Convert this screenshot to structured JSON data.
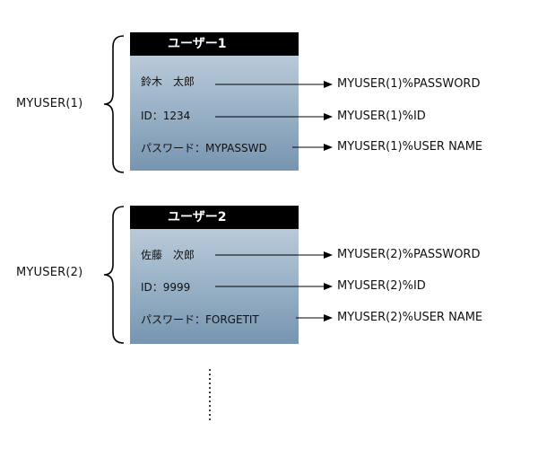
{
  "groups": [
    {
      "label": "MYUSER(1)",
      "header": "ユーザー1",
      "fields": [
        "鈴木　太郎",
        "ID：1234",
        "パスワード：MYPASSWD"
      ],
      "targets": [
        "MYUSER(1)%PASSWORD",
        "MYUSER(1)%ID",
        "MYUSER(1)%USER NAME"
      ]
    },
    {
      "label": "MYUSER(2)",
      "header": "ユーザー2",
      "fields": [
        "佐藤　次郎",
        "ID：9999",
        "パスワード：FORGETIT"
      ],
      "targets": [
        "MYUSER(2)%PASSWORD",
        "MYUSER(2)%ID",
        "MYUSER(2)%USER NAME"
      ]
    }
  ],
  "colors": {
    "header_bg": "#000000",
    "card_top": "#b9cad9",
    "card_bottom": "#7795b0",
    "line": "#000000"
  }
}
